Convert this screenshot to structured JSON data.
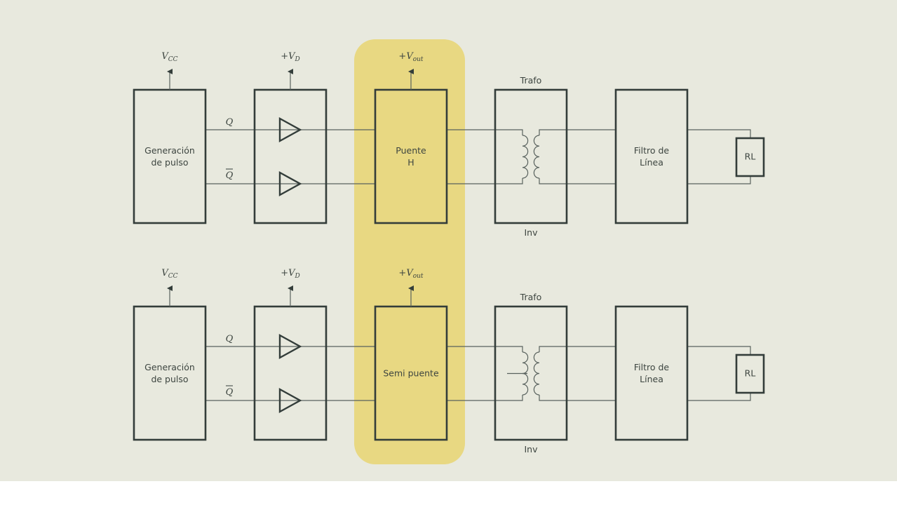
{
  "colors": {
    "background": "#e8e9de",
    "highlight": "#e8d882",
    "stroke": "#333d3a",
    "wire": "#59625e"
  },
  "rows": [
    {
      "id": "top",
      "supply_labels": {
        "pulse": {
          "main": "V",
          "sub": "CC",
          "prefix": ""
        },
        "driver": {
          "main": "V",
          "sub": "D",
          "prefix": "+"
        },
        "bridge": {
          "main": "V",
          "sub": "out",
          "prefix": "+"
        }
      },
      "signals": {
        "q": "Q",
        "q_bar": "Q"
      },
      "blocks": {
        "pulse": [
          "Generación",
          "de pulso"
        ],
        "bridge": [
          "Puente",
          "H"
        ],
        "filter": [
          "Filtro de",
          "Línea"
        ],
        "load": "RL"
      },
      "transformer": {
        "top_label": "Trafo",
        "bottom_label": "Inv",
        "center_tap": false
      }
    },
    {
      "id": "bottom",
      "supply_labels": {
        "pulse": {
          "main": "V",
          "sub": "CC",
          "prefix": ""
        },
        "driver": {
          "main": "V",
          "sub": "D",
          "prefix": "+"
        },
        "bridge": {
          "main": "V",
          "sub": "out",
          "prefix": "+"
        }
      },
      "signals": {
        "q": "Q",
        "q_bar": "Q"
      },
      "blocks": {
        "pulse": [
          "Generación",
          "de pulso"
        ],
        "bridge": [
          "Semi puente"
        ],
        "filter": [
          "Filtro de",
          "Línea"
        ],
        "load": "RL"
      },
      "transformer": {
        "top_label": "Trafo",
        "bottom_label": "Inv",
        "center_tap": true
      }
    }
  ]
}
